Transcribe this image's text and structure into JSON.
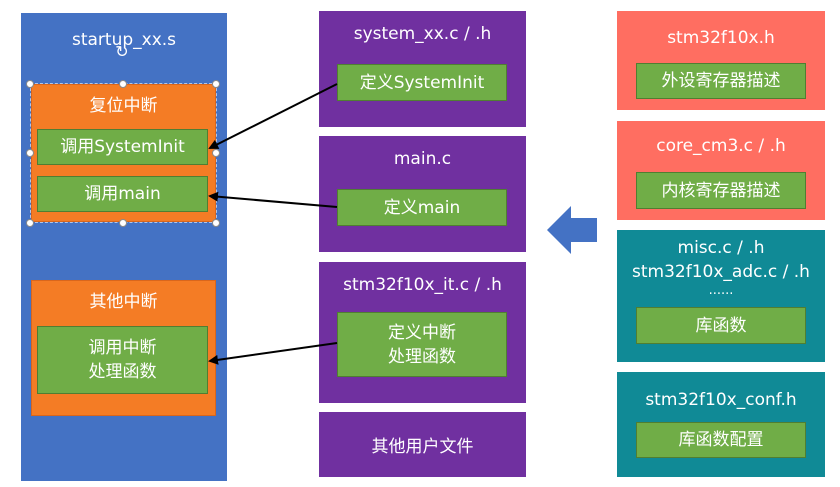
{
  "startup": {
    "title": "startup_xx.s",
    "reset_title": "复位中断",
    "reset_call_systeminit": "调用SystemInit",
    "reset_call_main": "调用main",
    "other_title": "其他中断",
    "other_call_line1": "调用中断",
    "other_call_line2": "处理函数"
  },
  "system": {
    "title": "system_xx.c / .h",
    "define_label": "定义SystemInit"
  },
  "main": {
    "title": "main.c",
    "define_label": "定义main"
  },
  "it": {
    "title": "stm32f10x_it.c / .h",
    "define_line1": "定义中断",
    "define_line2": "处理函数"
  },
  "user_files": {
    "label": "其他用户文件"
  },
  "periph": {
    "title": "stm32f10x.h",
    "label": "外设寄存器描述"
  },
  "core": {
    "title": "core_cm3.c / .h",
    "label": "内核寄存器描述"
  },
  "lib": {
    "title_line1": "misc.c / .h",
    "title_line2": "stm32f10x_adc.c / .h",
    "title_line3": "......",
    "label": "库函数"
  },
  "conf": {
    "title": "stm32f10x_conf.h",
    "label": "库函数配置"
  },
  "colors": {
    "startup_bg": "#4472c4",
    "mid_bg": "#7030a0",
    "red_bg": "#ff6e61",
    "teal_bg": "#108a96",
    "orange": "#f47c25",
    "green": "#70ad47",
    "arrow_big": "#4472c4"
  }
}
